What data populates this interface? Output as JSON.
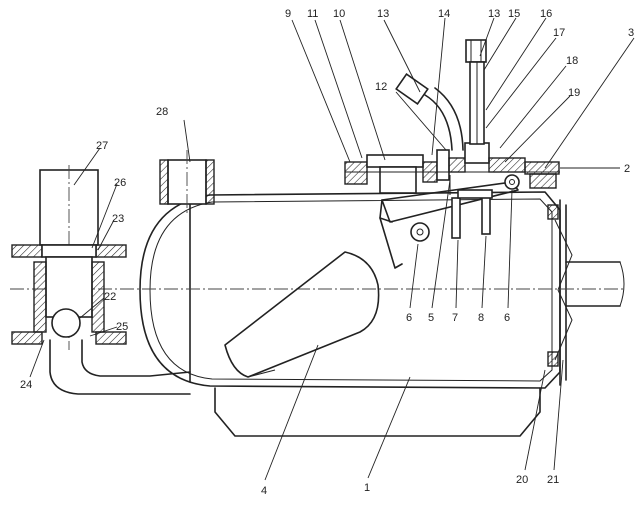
{
  "labels": {
    "n1": "1",
    "n2": "2",
    "n3": "3",
    "n4": "4",
    "n5": "5",
    "n6a": "6",
    "n6b": "6",
    "n7": "7",
    "n8": "8",
    "n9": "9",
    "n10": "10",
    "n11": "11",
    "n12": "12",
    "n13a": "13",
    "n13b": "13",
    "n14": "14",
    "n15": "15",
    "n16": "16",
    "n17": "17",
    "n18": "18",
    "n19": "19",
    "n20": "20",
    "n21": "21",
    "n22": "22",
    "n23": "23",
    "n24": "24",
    "n25": "25",
    "n26": "26",
    "n27": "27",
    "n28": "28"
  },
  "colors": {
    "line": "#222222",
    "background": "#ffffff"
  }
}
